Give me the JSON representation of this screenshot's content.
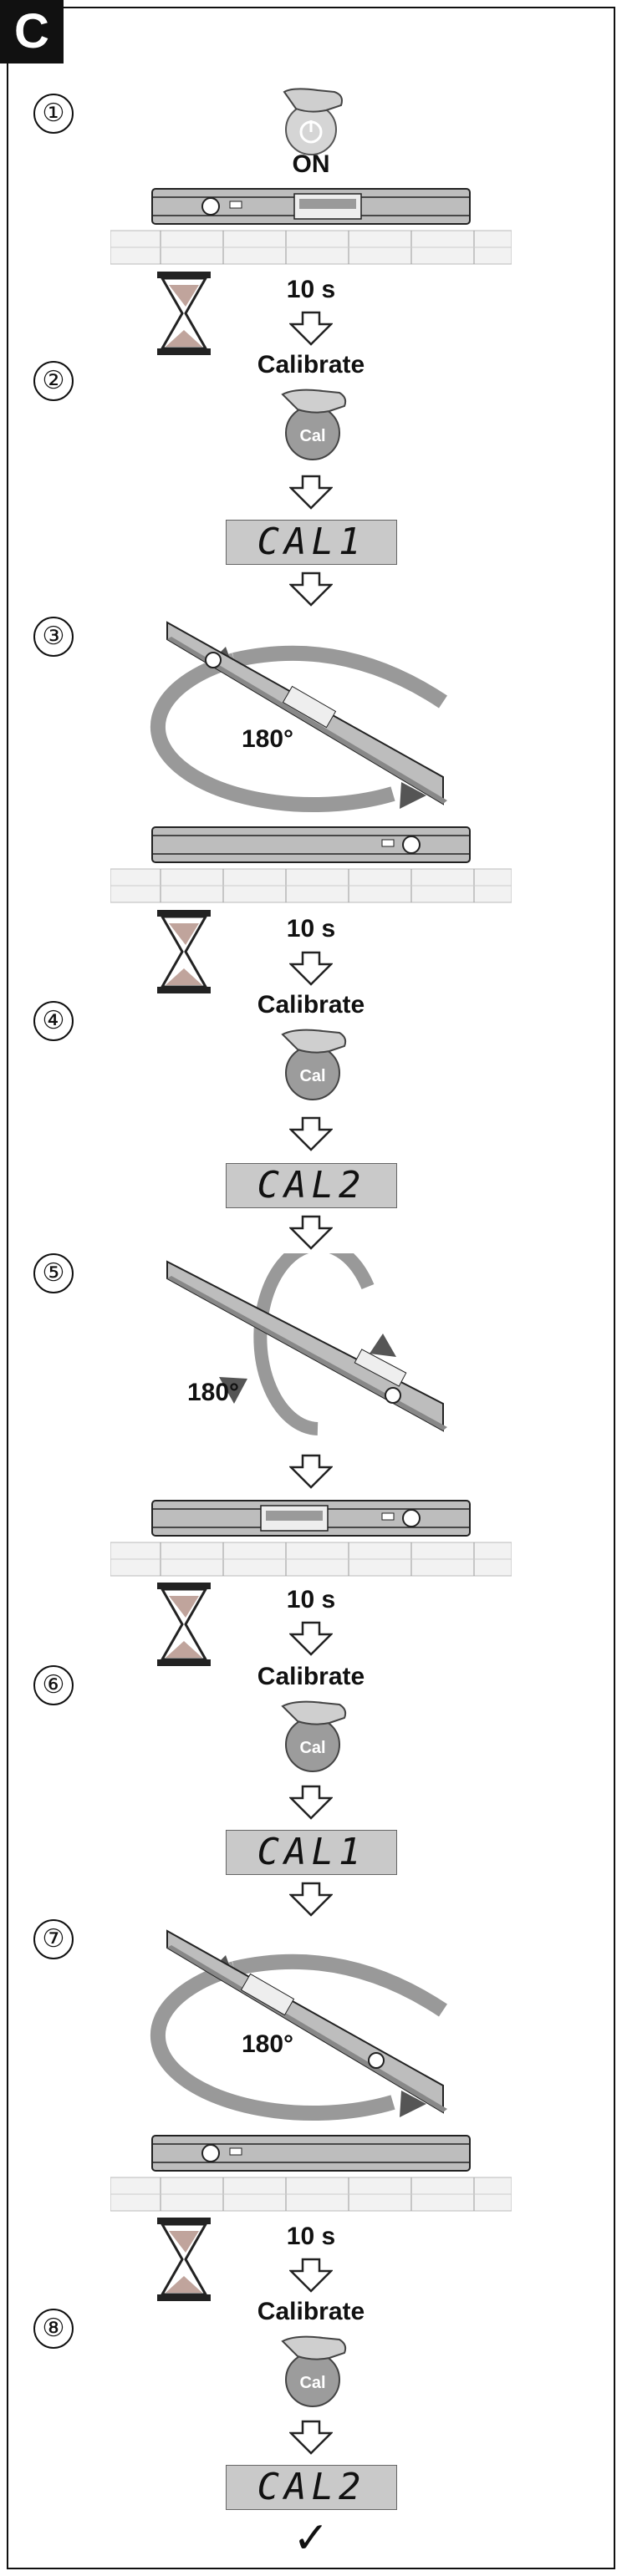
{
  "badge": "C",
  "steps": [
    "①",
    "②",
    "③",
    "④",
    "⑤",
    "⑥",
    "⑦",
    "⑧"
  ],
  "labels": {
    "on": "ON",
    "wait": "10 s",
    "calibrate": "Calibrate",
    "cal_button": "Cal",
    "angle": "180°"
  },
  "displays": [
    "CAL1",
    "CAL2",
    "CAL1",
    "CAL2"
  ],
  "done": "✓"
}
